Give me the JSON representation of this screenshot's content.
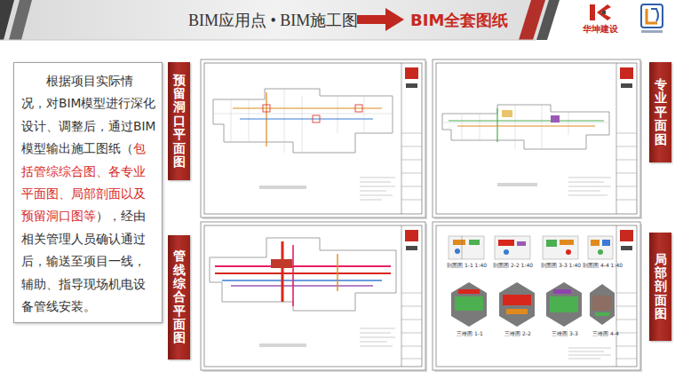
{
  "diagram": {
    "title": "BIM应用点 • BIM施工图",
    "nodes": [
      {
        "text": [
          "根据项目实际情况，对BIM模型进行深化设计、调整后，通过BIM模型输出施工图纸（",
          "包括管综综合图、各专业平面图、局部剖面以及预留洞口图等",
          "），经由相关管理人员确认通过后，输送至项目一线，辅助、指导现场机电设备管线安装。"
        ]
      },
      {
        "text": [
          "预留洞口平面图"
        ]
      },
      {
        "text": [
          "管线综合平面图"
        ]
      },
      {
        "text": [
          "专业平面图"
        ]
      },
      {
        "text": [
          "局部剖面图"
        ]
      }
    ],
    "labels": [
      "BIM全套图纸",
      "华坤建设",
      "剖面图 1-1 1:40",
      "剖面图 2-2 1:40",
      "剖面图 3-3 1:40",
      "剖面图 4-4 1:40",
      "三维图 1-1",
      "三维图 2-2",
      "三维图 3-3",
      "三维图 4-4"
    ]
  }
}
